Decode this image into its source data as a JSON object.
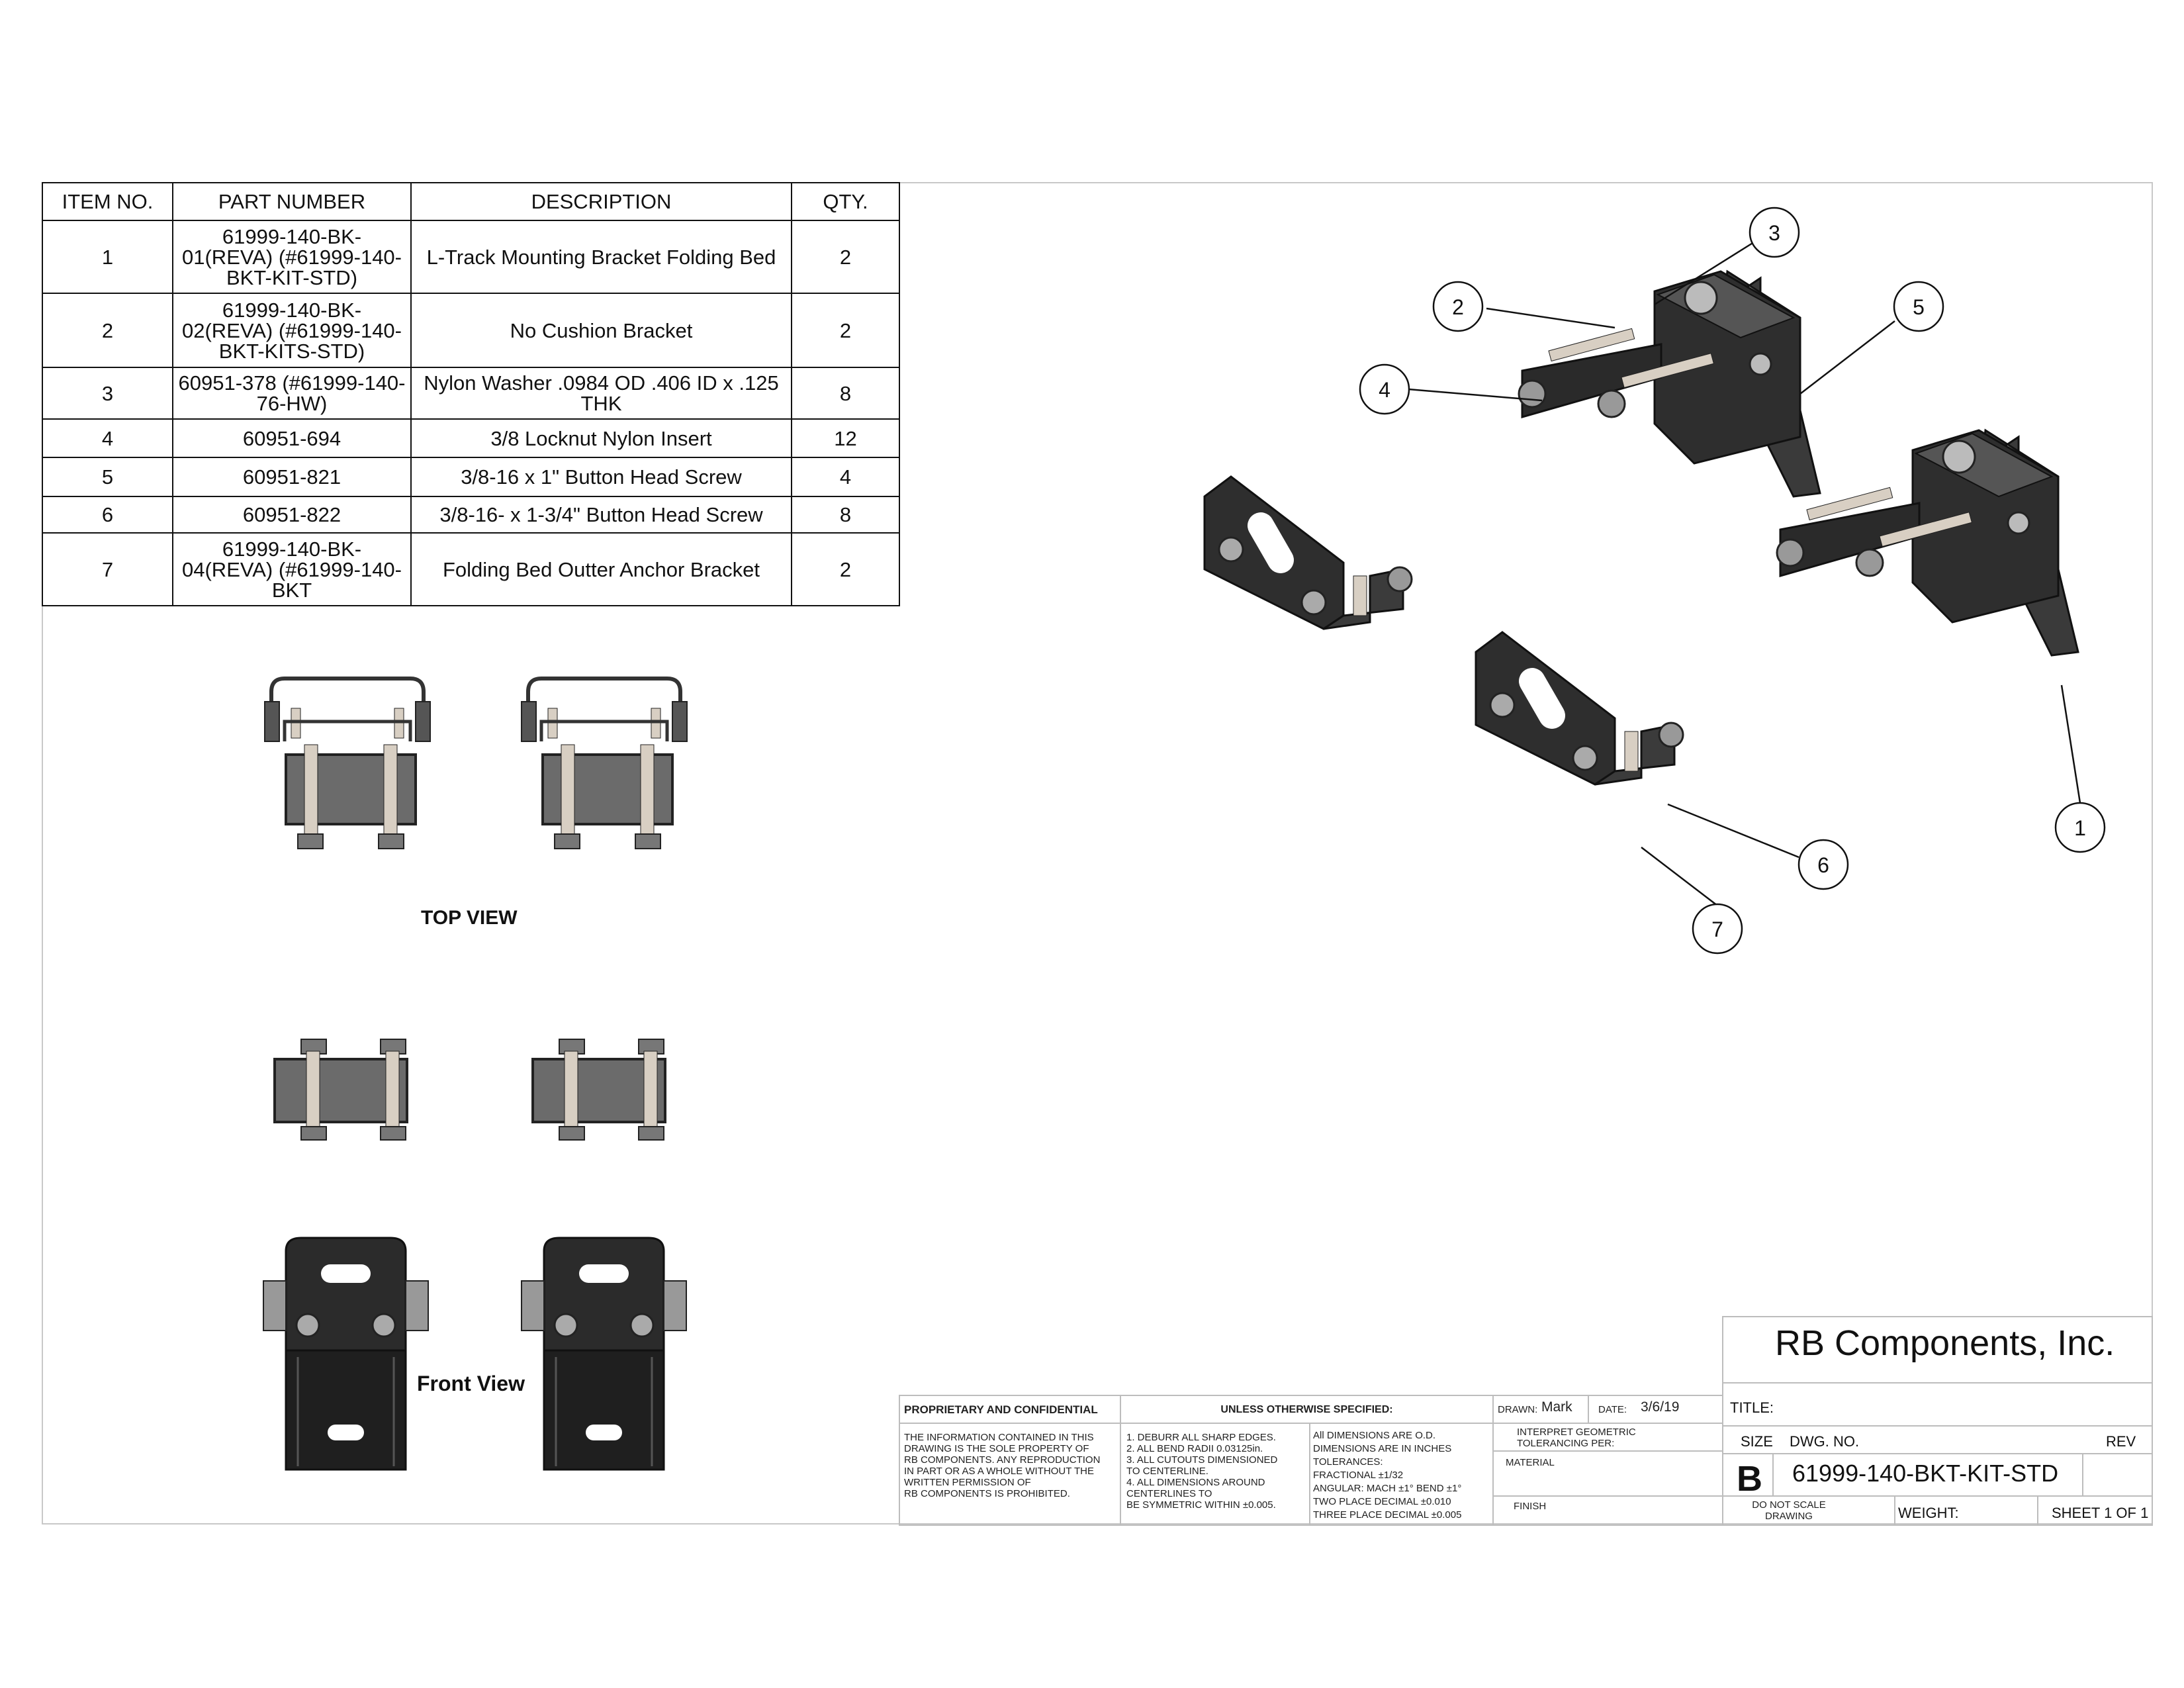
{
  "bom": {
    "headers": [
      "ITEM NO.",
      "PART NUMBER",
      "DESCRIPTION",
      "QTY."
    ],
    "rows": [
      {
        "item": "1",
        "part": "61999-140-BK-01(REVA) (#61999-140-BKT-KIT-STD)",
        "desc": "L-Track Mounting Bracket Folding Bed",
        "qty": "2"
      },
      {
        "item": "2",
        "part": "61999-140-BK-02(REVA)  (#61999-140-BKT-KITS-STD)",
        "desc": "No Cushion Bracket",
        "qty": "2"
      },
      {
        "item": "3",
        "part": "60951-378 (#61999-140-76-HW)",
        "desc": "Nylon Washer  .0984 OD .406 ID x .125 THK",
        "qty": "8"
      },
      {
        "item": "4",
        "part": "60951-694",
        "desc": "3/8 Locknut Nylon Insert",
        "qty": "12"
      },
      {
        "item": "5",
        "part": "60951-821",
        "desc": "3/8-16 x 1\"  Button Head Screw",
        "qty": "4"
      },
      {
        "item": "6",
        "part": "60951-822",
        "desc": "3/8-16- x 1-3/4\" Button Head Screw",
        "qty": "8"
      },
      {
        "item": "7",
        "part": "61999-140-BK-04(REVA)  (#61999-140-BKT",
        "desc": "Folding Bed Outter Anchor Bracket",
        "qty": "2"
      }
    ]
  },
  "views": {
    "top": "TOP VIEW",
    "front": "Front View"
  },
  "balloons": [
    "1",
    "2",
    "3",
    "4",
    "5",
    "6",
    "7"
  ],
  "title_block": {
    "company": "RB Components, Inc.",
    "proprietary_heading": "PROPRIETARY AND CONFIDENTIAL",
    "proprietary_text": "THE INFORMATION CONTAINED IN THIS\nDRAWING IS THE SOLE PROPERTY OF\nRB COMPONENTS.  ANY REPRODUCTION\nIN PART OR AS A WHOLE WITHOUT THE\nWRITTEN PERMISSION OF\nRB COMPONENTS IS PROHIBITED.",
    "unless_heading": "UNLESS OTHERWISE SPECIFIED:",
    "notes": "1.  DEBURR ALL SHARP EDGES.\n2.  ALL BEND RADII 0.03125in.\n3.  ALL CUTOUTS DIMENSIONED\n     TO CENTERLINE.\n4.  ALL DIMENSIONS AROUND\n     CENTERLINES TO\n     BE SYMMETRIC WITHIN  ±0.005.",
    "tolerances": "All DIMENSIONS ARE O.D.\nDIMENSIONS ARE IN INCHES\nTOLERANCES:\nFRACTIONAL ±1/32\nANGULAR: MACH ±1°   BEND ±1°\nTWO PLACE DECIMAL    ±0.010\nTHREE PLACE DECIMAL  ±0.005",
    "drawn_label": "DRAWN:",
    "drawn_value": "Mark",
    "date_label": "DATE:",
    "date_value": "3/6/19",
    "interpret": "INTERPRET GEOMETRIC\nTOLERANCING PER:",
    "material": "MATERIAL",
    "finish": "FINISH",
    "title_label": "TITLE:",
    "size_label": "SIZE",
    "dwg_label": "DWG.  NO.",
    "rev_label": "REV",
    "size_value": "B",
    "dwg_no": "61999-140-BKT-KIT-STD",
    "do_not_scale": "DO NOT SCALE\nDRAWING",
    "weight_label": "WEIGHT:",
    "sheet": "SHEET 1 OF 1"
  }
}
